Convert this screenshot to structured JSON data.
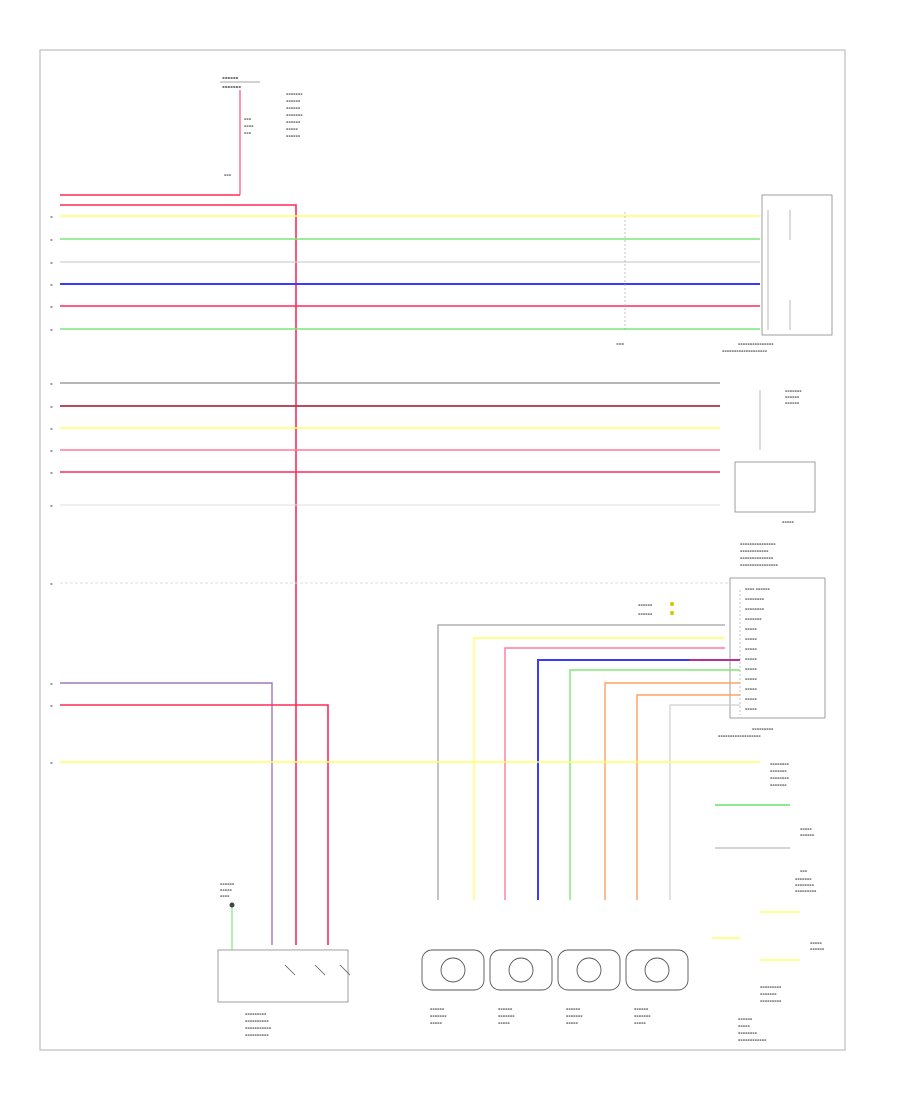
{
  "footer_id": "",
  "colors": {
    "red": "#ff2a5a",
    "pink": "#ff7a9a",
    "yellow": "#ffff66",
    "green": "#7be87b",
    "blue": "#3b3bff",
    "gray": "#cfcfcf",
    "dark_red": "#b0304a",
    "purple": "#9a7ab8",
    "orange": "#ffa060",
    "wire_gray": "#8a8a8a"
  },
  "wires": [
    {
      "color": "red"
    },
    {
      "color": "yellow"
    },
    {
      "color": "green"
    },
    {
      "color": "gray"
    },
    {
      "color": "blue"
    },
    {
      "color": "red"
    },
    {
      "color": "green"
    },
    {
      "color": "wire_gray"
    },
    {
      "color": "dark_red"
    },
    {
      "color": "yellow"
    },
    {
      "color": "pink"
    },
    {
      "color": "red"
    },
    {
      "color": "gray"
    },
    {
      "color": "gray"
    },
    {
      "color": "purple"
    },
    {
      "color": "red"
    },
    {
      "color": "yellow"
    }
  ],
  "components": {
    "fuse_block": {
      "icon": "fuse-block-icon"
    },
    "pedal_sensor": {
      "icon": "sensor-icon"
    },
    "throttle_sensor": {
      "icon": "sensor-icon"
    },
    "ecm_module": {
      "icon": "module-icon"
    },
    "relay": {
      "icon": "relay-switch-icon"
    },
    "wheel_sensors": [
      {
        "icon": "wheel-speed-sensor-icon"
      },
      {
        "icon": "wheel-speed-sensor-icon"
      },
      {
        "icon": "wheel-speed-sensor-icon"
      },
      {
        "icon": "wheel-speed-sensor-icon"
      }
    ]
  }
}
